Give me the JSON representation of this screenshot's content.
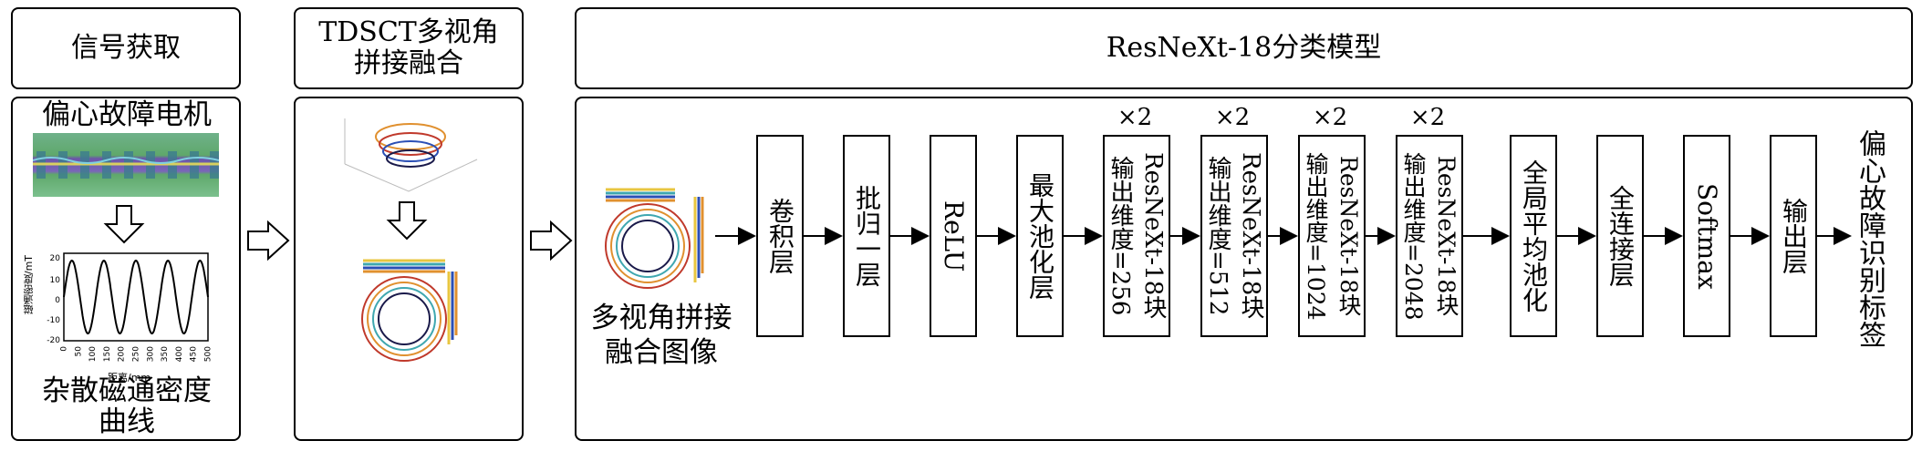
{
  "headers": {
    "signal": "信号获取",
    "tdsct_line1": "TDSCT多视角",
    "tdsct_line2": "拼接融合",
    "model": "ResNeXt-18分类模型"
  },
  "signal_panel": {
    "motor_title": "偏心故障电机",
    "curve_title_line1": "杂散磁通密度",
    "curve_title_line2": "曲线",
    "plot_ylabel": "磁通密度/mT",
    "plot_xlabel": "距离/mm",
    "x_ticks": [
      "0",
      "50",
      "100",
      "150",
      "200",
      "250",
      "300",
      "350",
      "400",
      "450",
      "500"
    ]
  },
  "fusion_caption": {
    "line1": "多视角拼接",
    "line2": "融合图像"
  },
  "layers": [
    {
      "line1": "卷积层",
      "line2": ""
    },
    {
      "line1": "批归一层",
      "line2": ""
    },
    {
      "line1": "ReLU",
      "line2": ""
    },
    {
      "line1": "最大池化层",
      "line2": ""
    },
    {
      "line1": "ResNeXt-18块",
      "line2": "输出维度=256",
      "repeat": "×2"
    },
    {
      "line1": "ResNeXt-18块",
      "line2": "输出维度=512",
      "repeat": "×2"
    },
    {
      "line1": "ResNeXt-18块",
      "line2": "输出维度=1024",
      "repeat": "×2"
    },
    {
      "line1": "ResNeXt-18块",
      "line2": "输出维度=2048",
      "repeat": "×2"
    },
    {
      "line1": "全局平均池化",
      "line2": ""
    },
    {
      "line1": "全连接层",
      "line2": ""
    },
    {
      "line1": "Softmax",
      "line2": ""
    },
    {
      "line1": "输出层",
      "line2": ""
    }
  ],
  "output_label": "偏心故障识别标签",
  "colors": {
    "ring_orange": "#e0902f",
    "ring_blue": "#2b4fb5",
    "ring_yellow": "#e8c640",
    "ring_teal": "#3fa7b0",
    "ring_red": "#c0392b",
    "ring_dark": "#1a1a4a",
    "motor_green": "#5fa86b",
    "motor_purple": "#6b55a8"
  }
}
